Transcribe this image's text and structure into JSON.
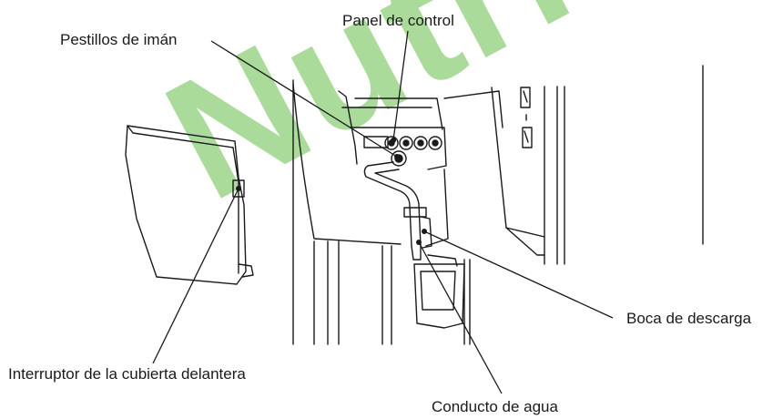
{
  "watermark": "Nutriex",
  "labels": {
    "panel_control": "Panel de control",
    "pestillos": "Pestillos de imán",
    "boca": "Boca de descarga",
    "interruptor": "Interruptor de la cubierta delantera",
    "conducto": "Conducto de agua"
  },
  "colors": {
    "line": "#1a1a1a",
    "watermark": "#8fd07a"
  }
}
